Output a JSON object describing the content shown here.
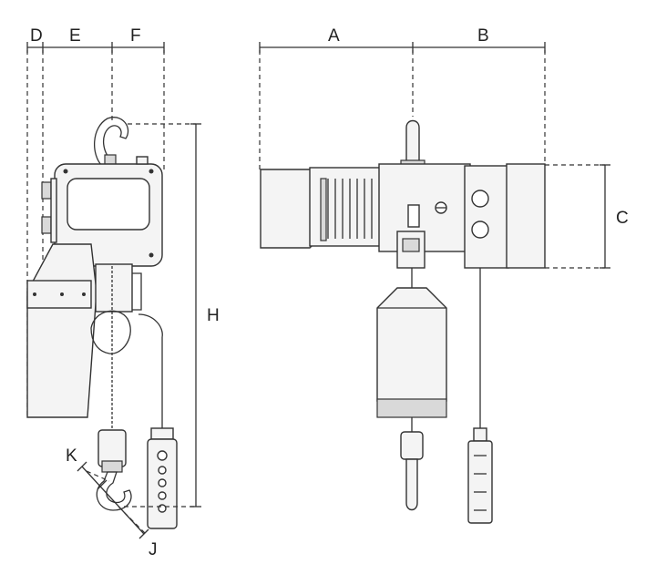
{
  "dimensions": {
    "A": "A",
    "B": "B",
    "C": "C",
    "D": "D",
    "E": "E",
    "F": "F",
    "H": "H",
    "J": "J",
    "K": "K"
  },
  "colors": {
    "line": "#333333",
    "fill": "#f4f4f4",
    "background": "#ffffff"
  }
}
